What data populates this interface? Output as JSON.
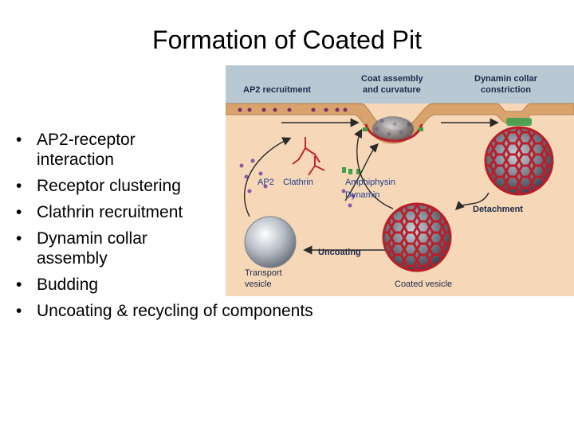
{
  "slide": {
    "title": "Formation of Coated Pit",
    "bullets": [
      "AP2-receptor interaction",
      "Receptor clustering",
      "Clathrin recruitment",
      "Dynamin collar assembly",
      "Budding",
      "Uncoating & recycling of components"
    ]
  },
  "figure": {
    "labels": {
      "ap2_recruitment": "AP2 recruitment",
      "coat_assembly_1": "Coat assembly",
      "coat_assembly_2": "and curvature",
      "dynamin_collar_1": "Dynamin collar",
      "dynamin_collar_2": "constriction",
      "ap2": "AP2",
      "clathrin": "Clathrin",
      "amphiphysin": "Amphiphysin",
      "dynamin": "Dynamin",
      "detachment": "Detachment",
      "uncoating": "Uncoating",
      "transport_vesicle_1": "Transport",
      "transport_vesicle_2": "vesicle",
      "coated_vesicle": "Coated vesicle"
    },
    "colors": {
      "extracellular": "#b9c9d4",
      "membrane": "#d9a36e",
      "cytoplasm": "#f6d7b7",
      "clathrin": "#c0272d",
      "vesicle": "#a7aeb8",
      "label_dark": "#1b2a4a",
      "label_blue": "#1f3f8f"
    }
  }
}
